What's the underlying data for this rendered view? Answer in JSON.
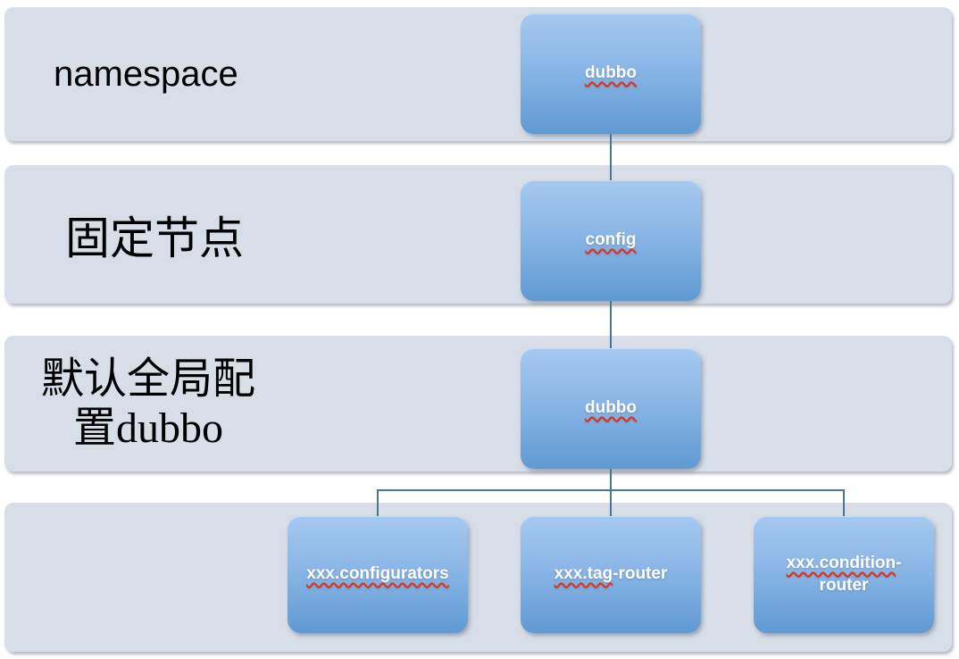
{
  "diagram": {
    "rows": [
      {
        "label": "namespace"
      },
      {
        "label": "固定节点"
      },
      {
        "label": "默认全局配置dubbo"
      },
      {
        "label": ""
      }
    ],
    "nodes": [
      {
        "name": "dubbo-root",
        "squiggle": "dubbo",
        "rest": ""
      },
      {
        "name": "config",
        "squiggle": "config",
        "rest": ""
      },
      {
        "name": "dubbo-group",
        "squiggle": "dubbo",
        "rest": ""
      },
      {
        "name": "configurators",
        "squiggle": "xxx.configurators",
        "rest": ""
      },
      {
        "name": "tag-router",
        "squiggle": "xxx.tag",
        "rest": "-router"
      },
      {
        "name": "condition-router",
        "squiggle": "xxx.condition",
        "rest": "-router"
      }
    ]
  },
  "colors": {
    "page_bg": "#ffffff",
    "band": "#d8dee8",
    "node_top": "#a6c9f0",
    "node_bottom": "#5f9ad3",
    "connector": "#4a7596",
    "squiggle": "#e82c0c",
    "node_text": "#ffffff",
    "label_text": "#000000"
  }
}
